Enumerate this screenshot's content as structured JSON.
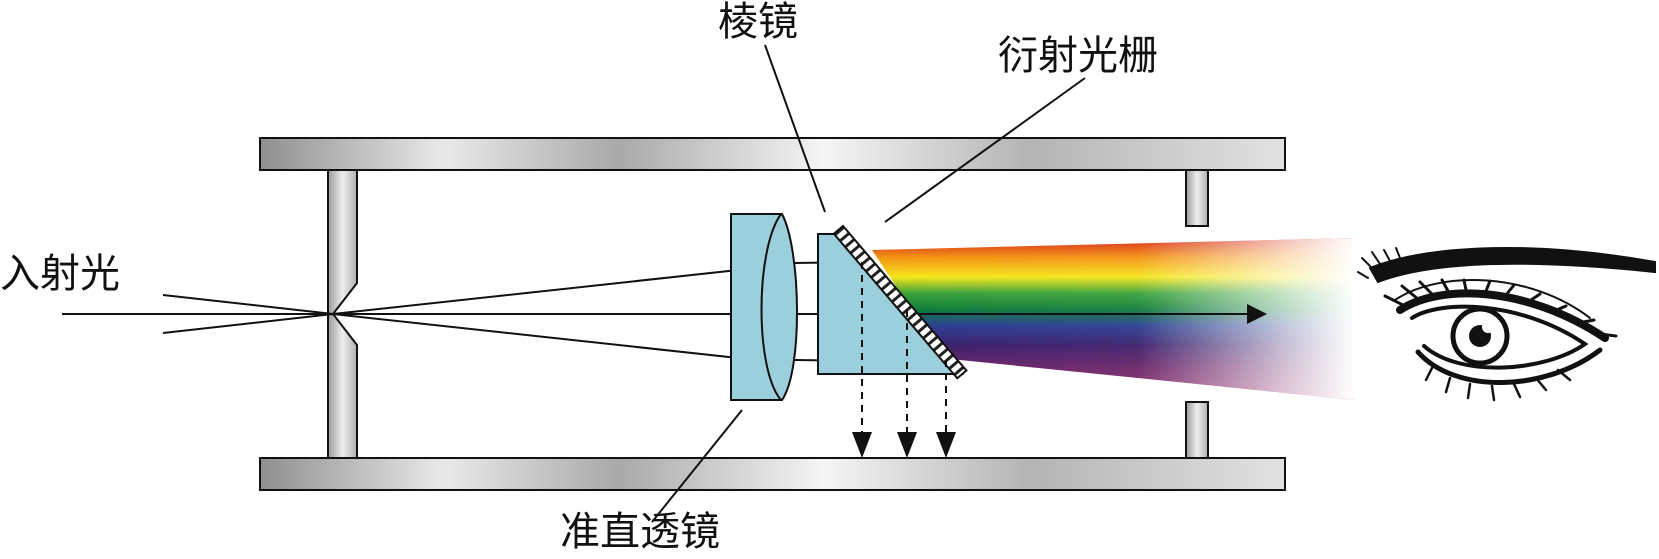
{
  "labels": {
    "prism": "棱镜",
    "grating": "衍射光栅",
    "incident_light": "入射光",
    "collimating_lens": "准直透镜"
  },
  "colors": {
    "housing_dark": "#8a8a8a",
    "housing_light": "#f4f4f4",
    "optic_fill": "#9ccfdc",
    "line": "#111111"
  },
  "icons": {
    "eye": "eye-icon"
  }
}
